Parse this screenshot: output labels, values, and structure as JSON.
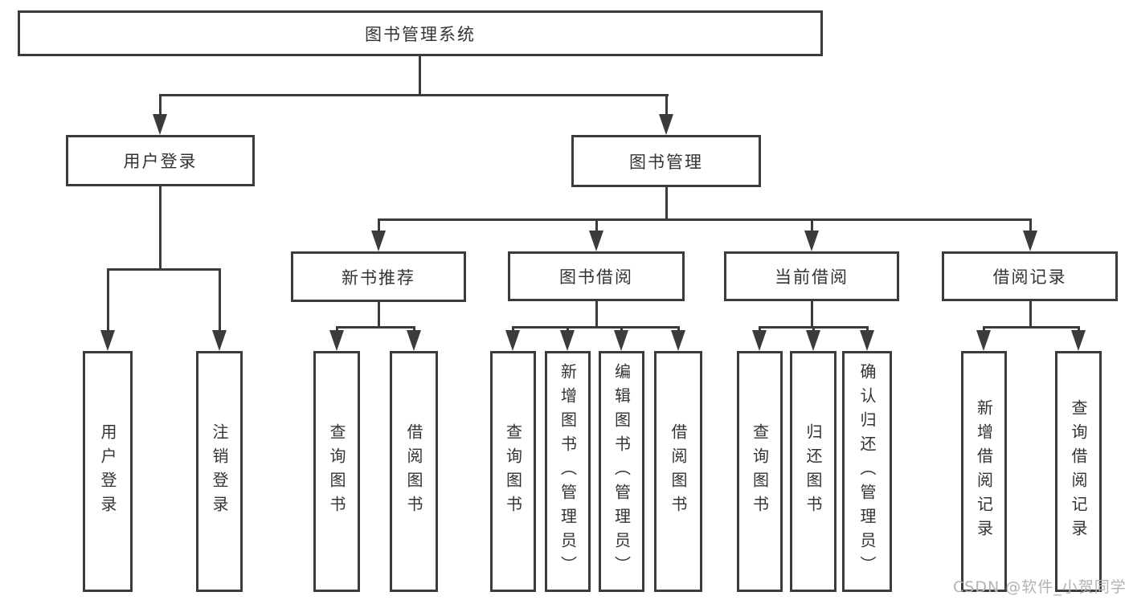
{
  "diagram": {
    "root": {
      "label": "图书管理系统"
    },
    "user_login_branch": {
      "label": "用户登录",
      "children": [
        {
          "label": "用户登录"
        },
        {
          "label": "注销登录"
        }
      ]
    },
    "book_mgmt_branch": {
      "label": "图书管理",
      "children": [
        {
          "label": "新书推荐",
          "children": [
            {
              "label": "查询图书"
            },
            {
              "label": "借阅图书"
            }
          ]
        },
        {
          "label": "图书借阅",
          "children": [
            {
              "label": "查询图书"
            },
            {
              "label": "新增图书（管理员）"
            },
            {
              "label": "编辑图书（管理员）"
            },
            {
              "label": "借阅图书"
            }
          ]
        },
        {
          "label": "当前借阅",
          "children": [
            {
              "label": "查询图书"
            },
            {
              "label": "归还图书"
            },
            {
              "label": "确认归还（管理员）"
            }
          ]
        },
        {
          "label": "借阅记录",
          "children": [
            {
              "label": "新增借阅记录"
            },
            {
              "label": "查询借阅记录"
            }
          ]
        }
      ]
    },
    "watermark": "CSDN @软件_小贺同学",
    "colors": {
      "line": "#3b3b3b",
      "text": "#333333",
      "watermark": "#b3b3b3",
      "background": "#ffffff"
    }
  }
}
